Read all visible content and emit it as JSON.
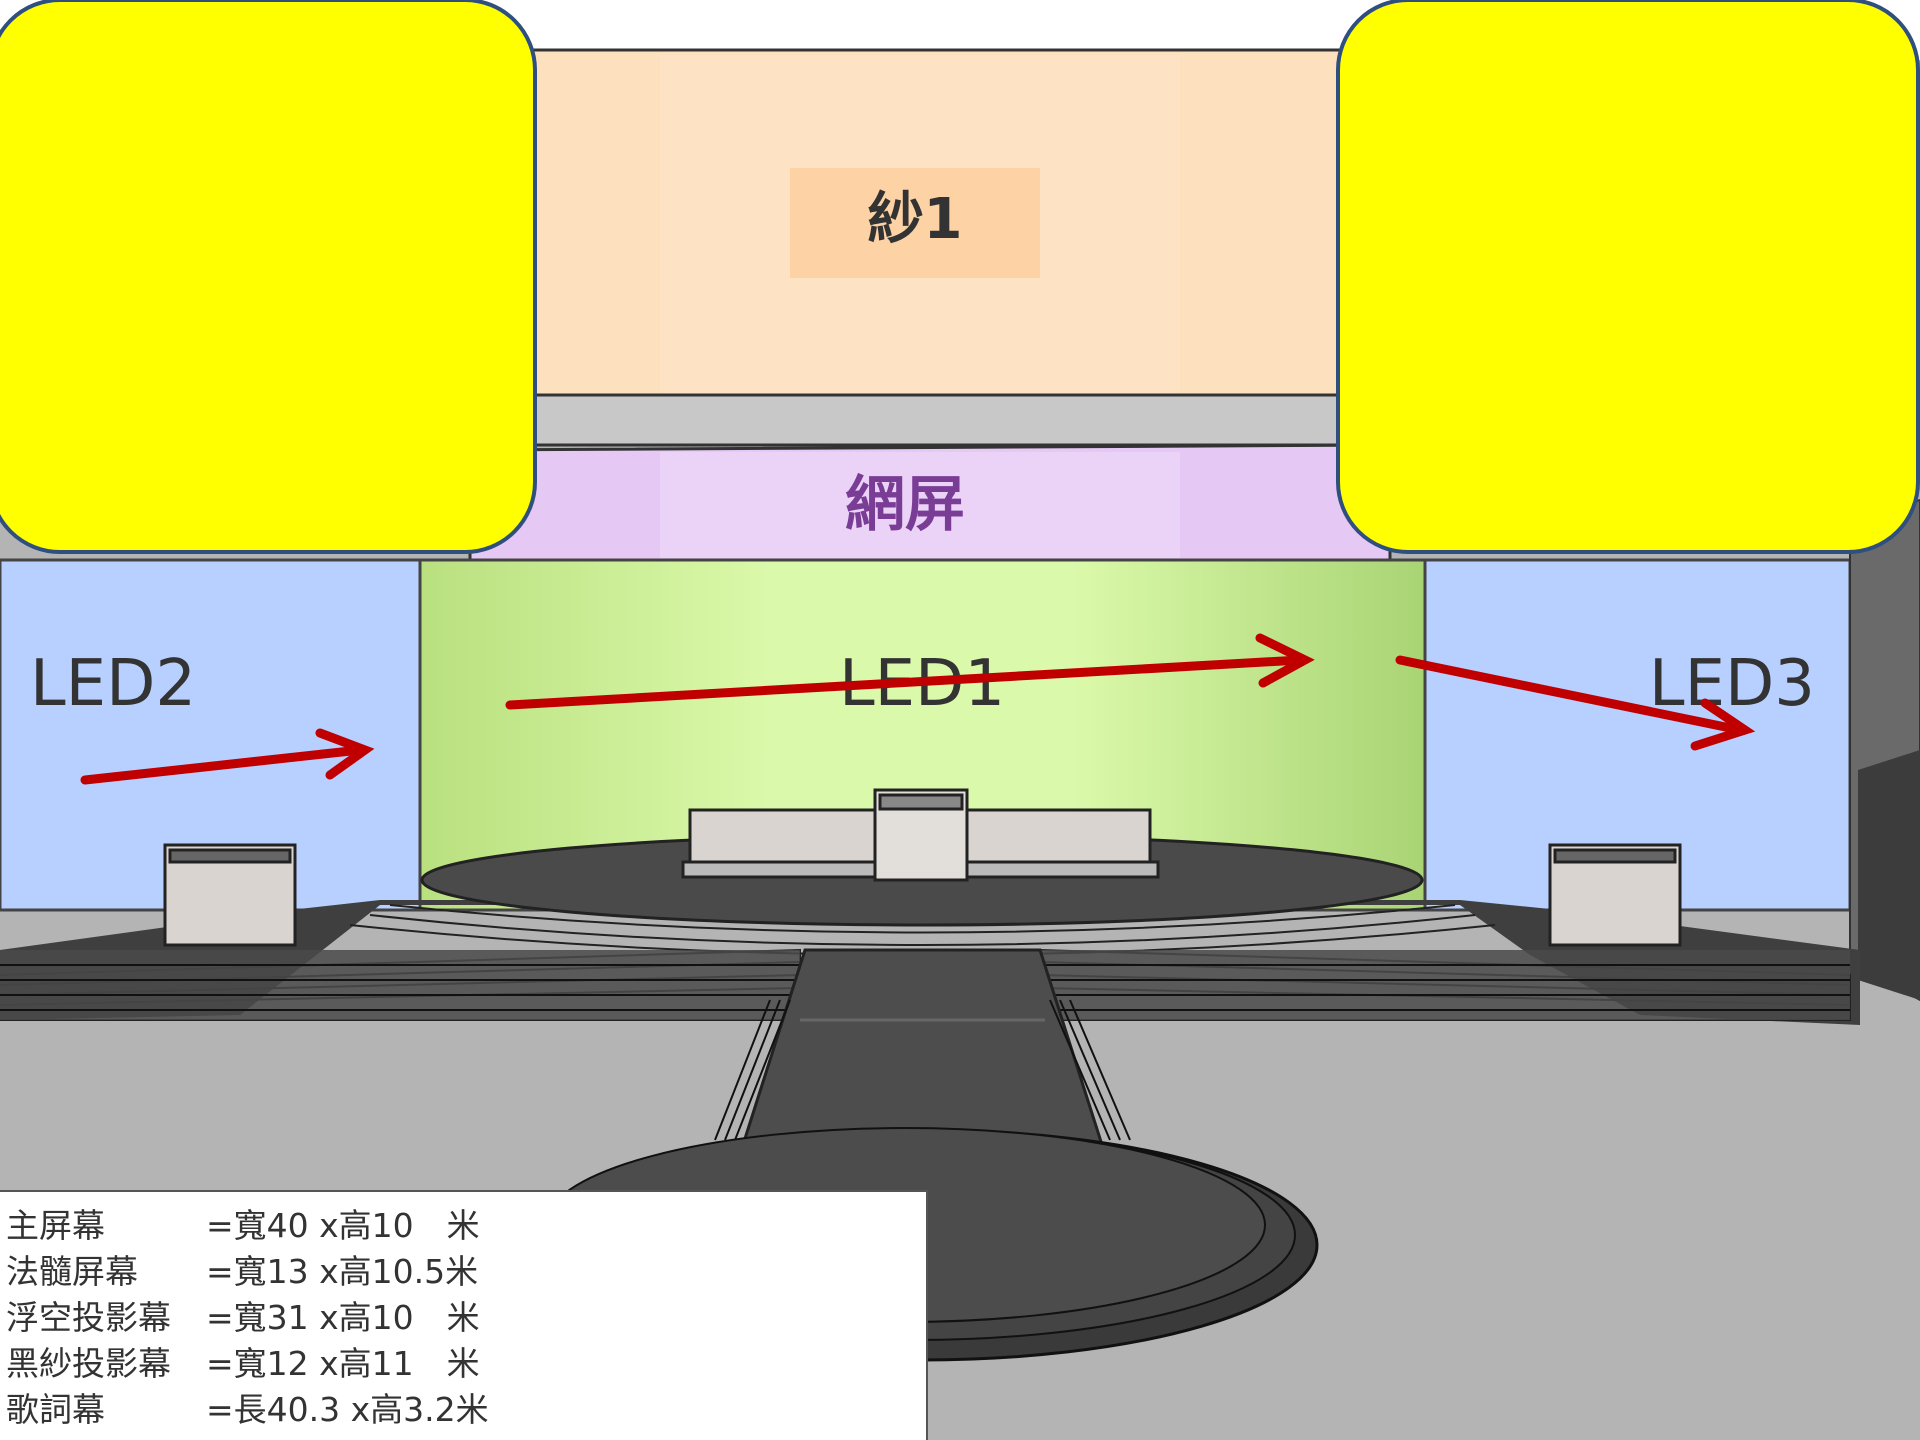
{
  "labels": {
    "gauze1": "紗1",
    "net_screen": "網屏",
    "led1": "LED1",
    "led2": "LED2",
    "led3": "LED3"
  },
  "legend": [
    {
      "name": "主屏幕",
      "value": "=寬40 x高10　米"
    },
    {
      "name": "法髓屏幕",
      "value": "=寬13 x高10.5米"
    },
    {
      "name": "浮空投影幕",
      "value": "=寬31 x高10　米"
    },
    {
      "name": "黑紗投影幕",
      "value": "=寬12 x高11　米"
    },
    {
      "name": "歌詞幕",
      "value": "=長40.3 x高3.2米"
    }
  ],
  "colors": {
    "gauze": "#fde0bd",
    "net_screen": "#e6c8f5",
    "led_side": "#b8d0ff",
    "led_center": "#d8f7a8",
    "floor": "#b4b4b4",
    "stage_dark": "#4a4a4a",
    "callout": "#ffff00",
    "arrow": "#c00000"
  }
}
